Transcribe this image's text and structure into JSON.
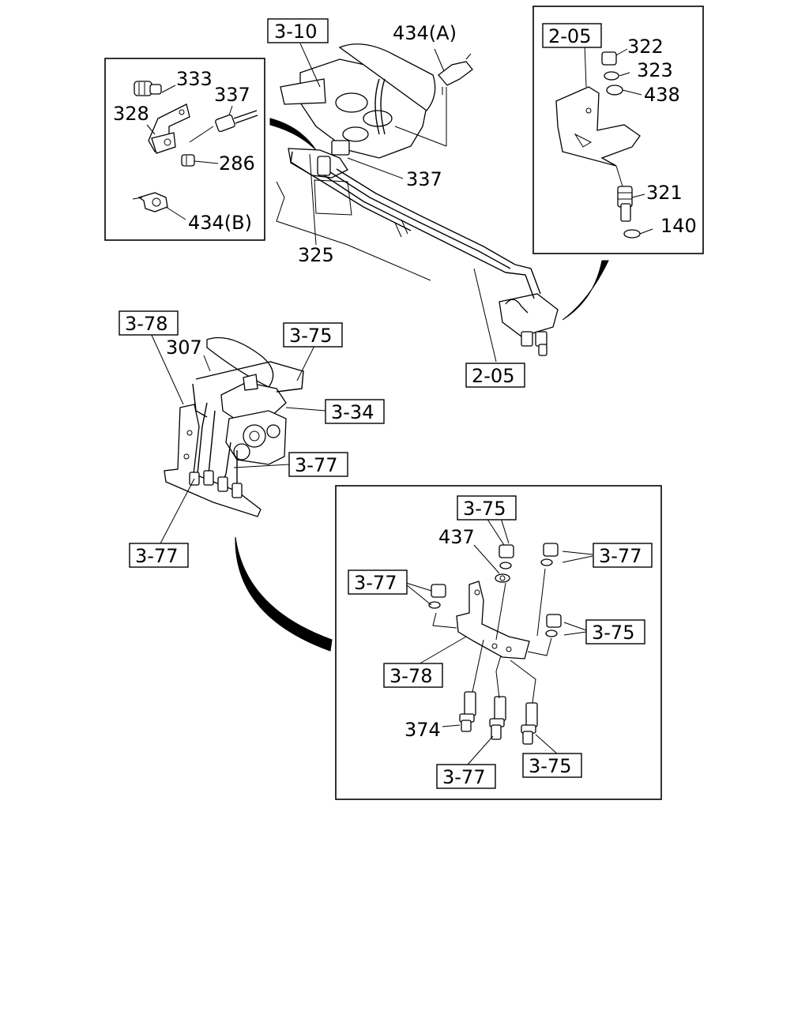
{
  "ref_boxes": {
    "top_3_10": "3-10",
    "right_2_05_inset": "2-05",
    "right_2_05_main": "2-05",
    "left_3_78": "3-78",
    "left_3_75": "3-75",
    "left_3_34": "3-34",
    "left_3_77_side": "3-77",
    "left_3_77_bottom": "3-77",
    "inset_3_75_top": "3-75",
    "inset_3_77_left": "3-77",
    "inset_3_77_right": "3-77",
    "inset_3_75_right": "3-75",
    "inset_3_78": "3-78",
    "inset_3_77_bottom": "3-77",
    "inset_3_75_bottom": "3-75"
  },
  "part_numbers": {
    "p333": "333",
    "p337_inset": "337",
    "p328": "328",
    "p286": "286",
    "p434b": "434(B)",
    "p434a": "434(A)",
    "p337_main": "337",
    "p325": "325",
    "p322": "322",
    "p323": "323",
    "p438": "438",
    "p321": "321",
    "p140": "140",
    "p307": "307",
    "p437": "437",
    "p374": "374"
  }
}
